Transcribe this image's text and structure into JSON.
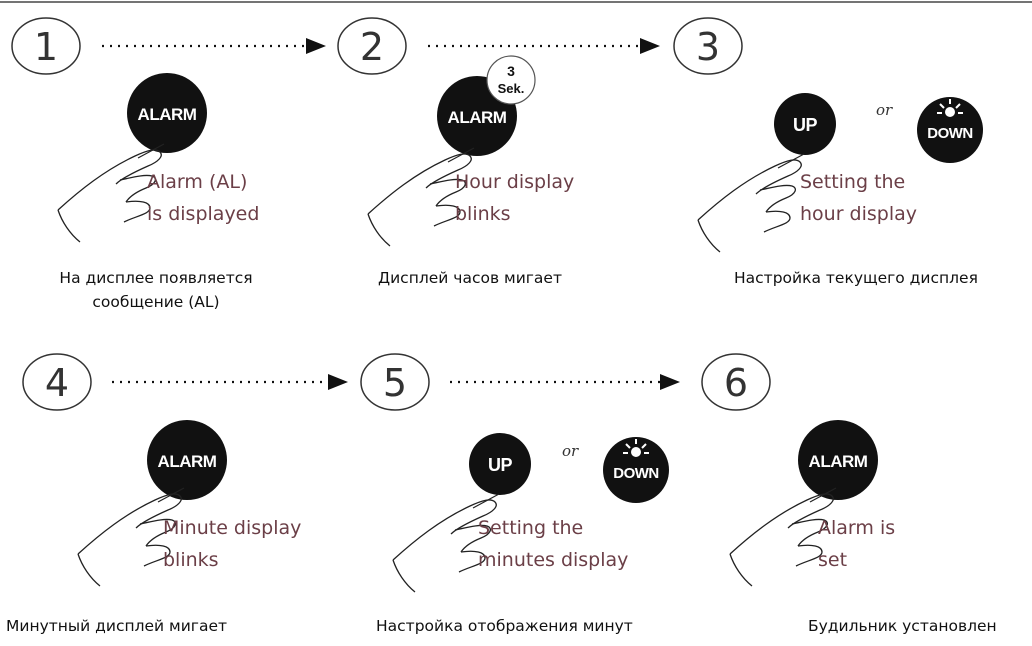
{
  "colors": {
    "button": "#111111",
    "arrow": "#111111",
    "caption": "#6b3f47",
    "outline": "#333333"
  },
  "steps": [
    {
      "number": "1",
      "buttons": [
        "ALARM"
      ],
      "caption_en": [
        "Alarm (AL)",
        "is displayed"
      ],
      "caption_ru": [
        "На дисплее появляется",
        "сообщение (AL)"
      ]
    },
    {
      "number": "2",
      "buttons": [
        "ALARM"
      ],
      "badge": [
        "3",
        "Sek."
      ],
      "caption_en": [
        "Hour display",
        "blinks"
      ],
      "caption_ru": [
        "Дисплей часов мигает"
      ]
    },
    {
      "number": "3",
      "buttons": [
        "UP",
        "DOWN"
      ],
      "or": "or",
      "caption_en": [
        "Setting the",
        "hour display"
      ],
      "caption_ru": [
        "Настройка текущего дисплея"
      ]
    },
    {
      "number": "4",
      "buttons": [
        "ALARM"
      ],
      "caption_en": [
        "Minute display",
        "blinks"
      ],
      "caption_ru": [
        "Минутный дисплей мигает"
      ]
    },
    {
      "number": "5",
      "buttons": [
        "UP",
        "DOWN"
      ],
      "or": "or",
      "caption_en": [
        "Setting the",
        "minutes display"
      ],
      "caption_ru": [
        "Настройка отображения минут"
      ]
    },
    {
      "number": "6",
      "buttons": [
        "ALARM"
      ],
      "caption_en": [
        "Alarm is",
        "set"
      ],
      "caption_ru": [
        "Будильник установлен"
      ]
    }
  ]
}
